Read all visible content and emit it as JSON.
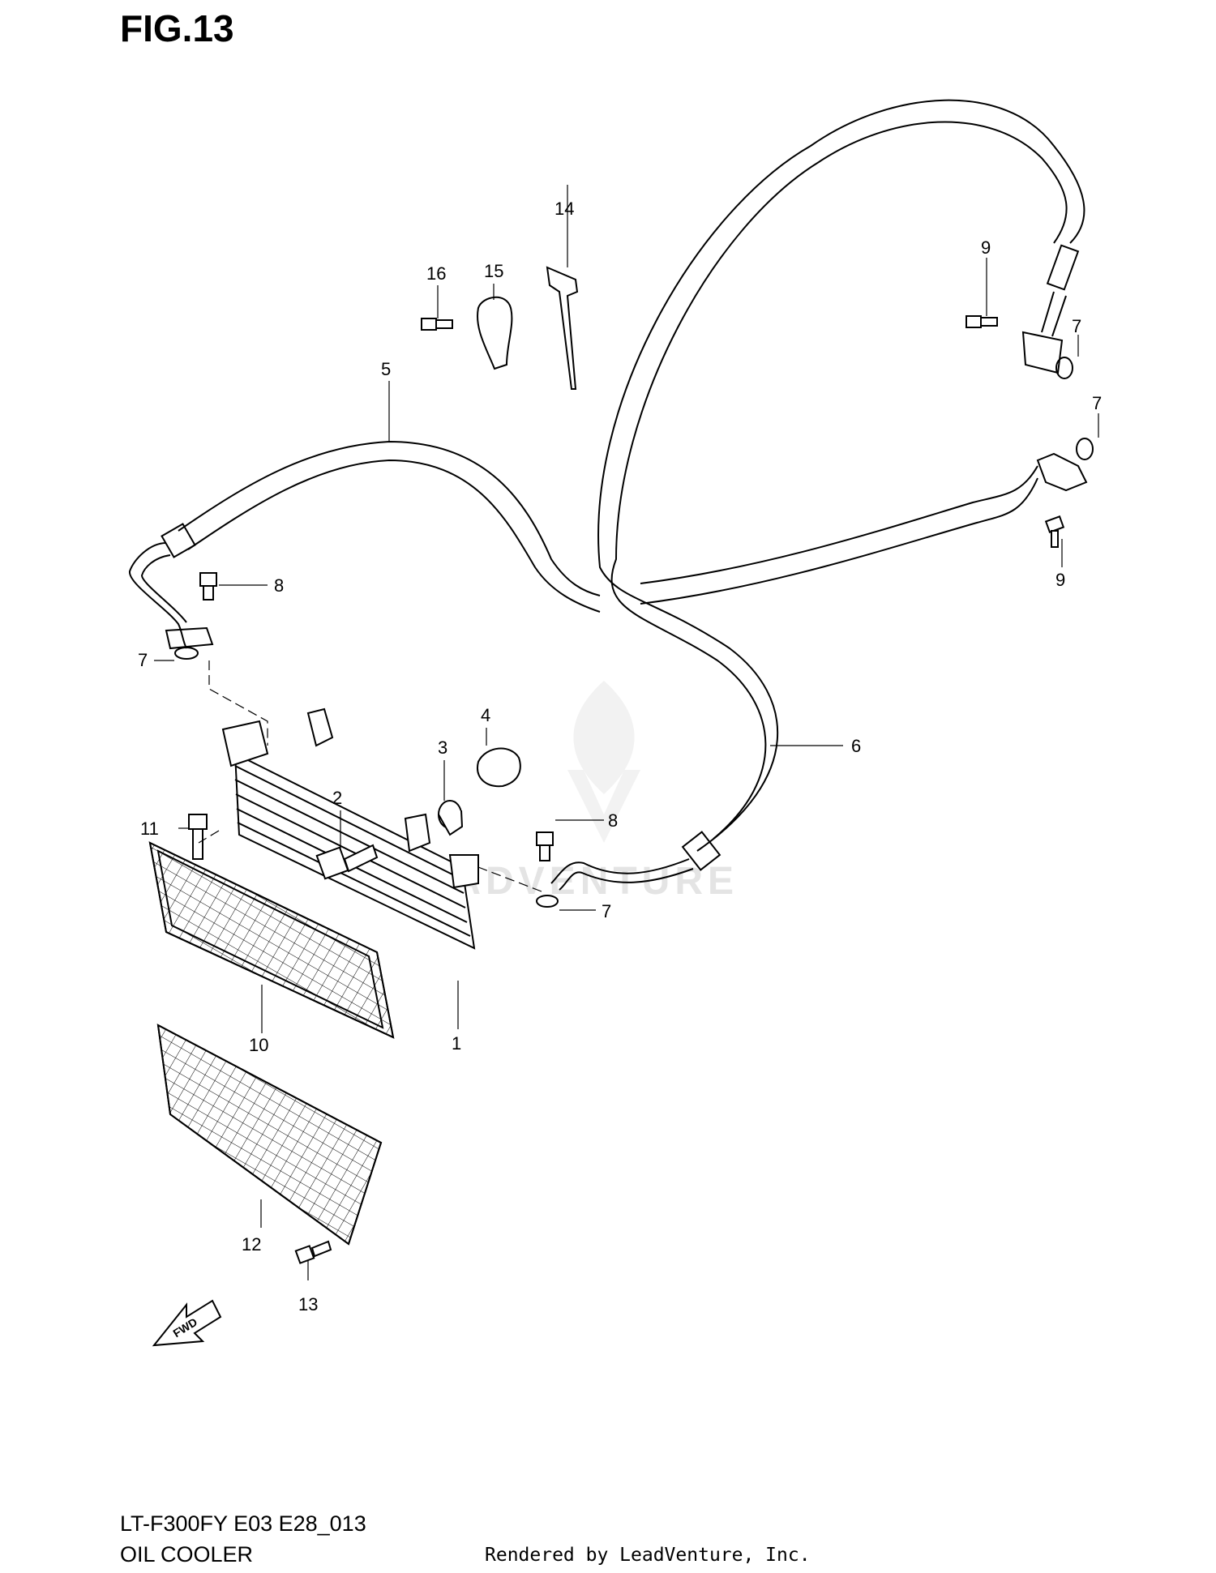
{
  "figure": {
    "title": "FIG.13",
    "model_code": "LT-F300FY E03 E28_013",
    "section_name": "OIL COOLER",
    "rendered_by": "Rendered by LeadVenture, Inc.",
    "watermark": "LEADVENTURE",
    "fwd_label": "FWD"
  },
  "callouts": [
    {
      "id": "1",
      "text": "1"
    },
    {
      "id": "2",
      "text": "2"
    },
    {
      "id": "3",
      "text": "3"
    },
    {
      "id": "4",
      "text": "4"
    },
    {
      "id": "5",
      "text": "5"
    },
    {
      "id": "6",
      "text": "6"
    },
    {
      "id": "7a",
      "text": "7"
    },
    {
      "id": "7b",
      "text": "7"
    },
    {
      "id": "7c",
      "text": "7"
    },
    {
      "id": "7d",
      "text": "7"
    },
    {
      "id": "8a",
      "text": "8"
    },
    {
      "id": "8b",
      "text": "8"
    },
    {
      "id": "9a",
      "text": "9"
    },
    {
      "id": "9b",
      "text": "9"
    },
    {
      "id": "10",
      "text": "10"
    },
    {
      "id": "11",
      "text": "11"
    },
    {
      "id": "12",
      "text": "12"
    },
    {
      "id": "13",
      "text": "13"
    },
    {
      "id": "14",
      "text": "14"
    },
    {
      "id": "15",
      "text": "15"
    },
    {
      "id": "16",
      "text": "16"
    }
  ]
}
